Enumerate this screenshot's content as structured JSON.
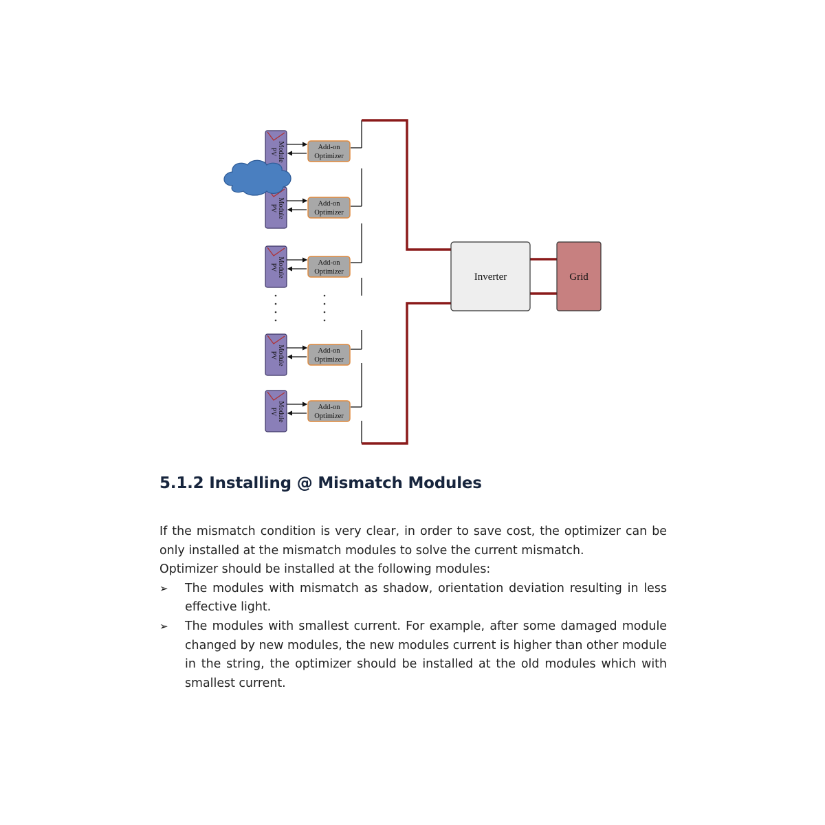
{
  "diagram": {
    "pv_module_label_line1": "PV",
    "pv_module_label_line2": "Module",
    "optimizer_label_line1": "Add-on",
    "optimizer_label_line2": "Optimizer",
    "inverter_label": "Inverter",
    "grid_label": "Grid",
    "colors": {
      "pv_module_fill": "#8a7fb8",
      "optimizer_fill": "#a8a8a8",
      "optimizer_border": "#e0883a",
      "cloud_fill": "#4a7fc0",
      "power_line": "#8a1a1a",
      "inverter_fill": "#eeeeee",
      "grid_fill": "#c78080"
    }
  },
  "section": {
    "heading": "5.1.2 Installing @ Mismatch Modules",
    "paragraph_1": "If the mismatch condition is very clear, in order to save cost, the optimizer can be only installed at the mismatch modules to solve the current mismatch.",
    "paragraph_2": "Optimizer should be installed at the following modules:",
    "bullet_glyph": "➢",
    "bullets": [
      "The modules with mismatch as shadow, orientation deviation resulting in less effective light.",
      "The modules with smallest current. For example, after some damaged module changed by new modules, the new modules current is higher than other module in the string, the optimizer should be installed at the old modules which with smallest current."
    ]
  }
}
